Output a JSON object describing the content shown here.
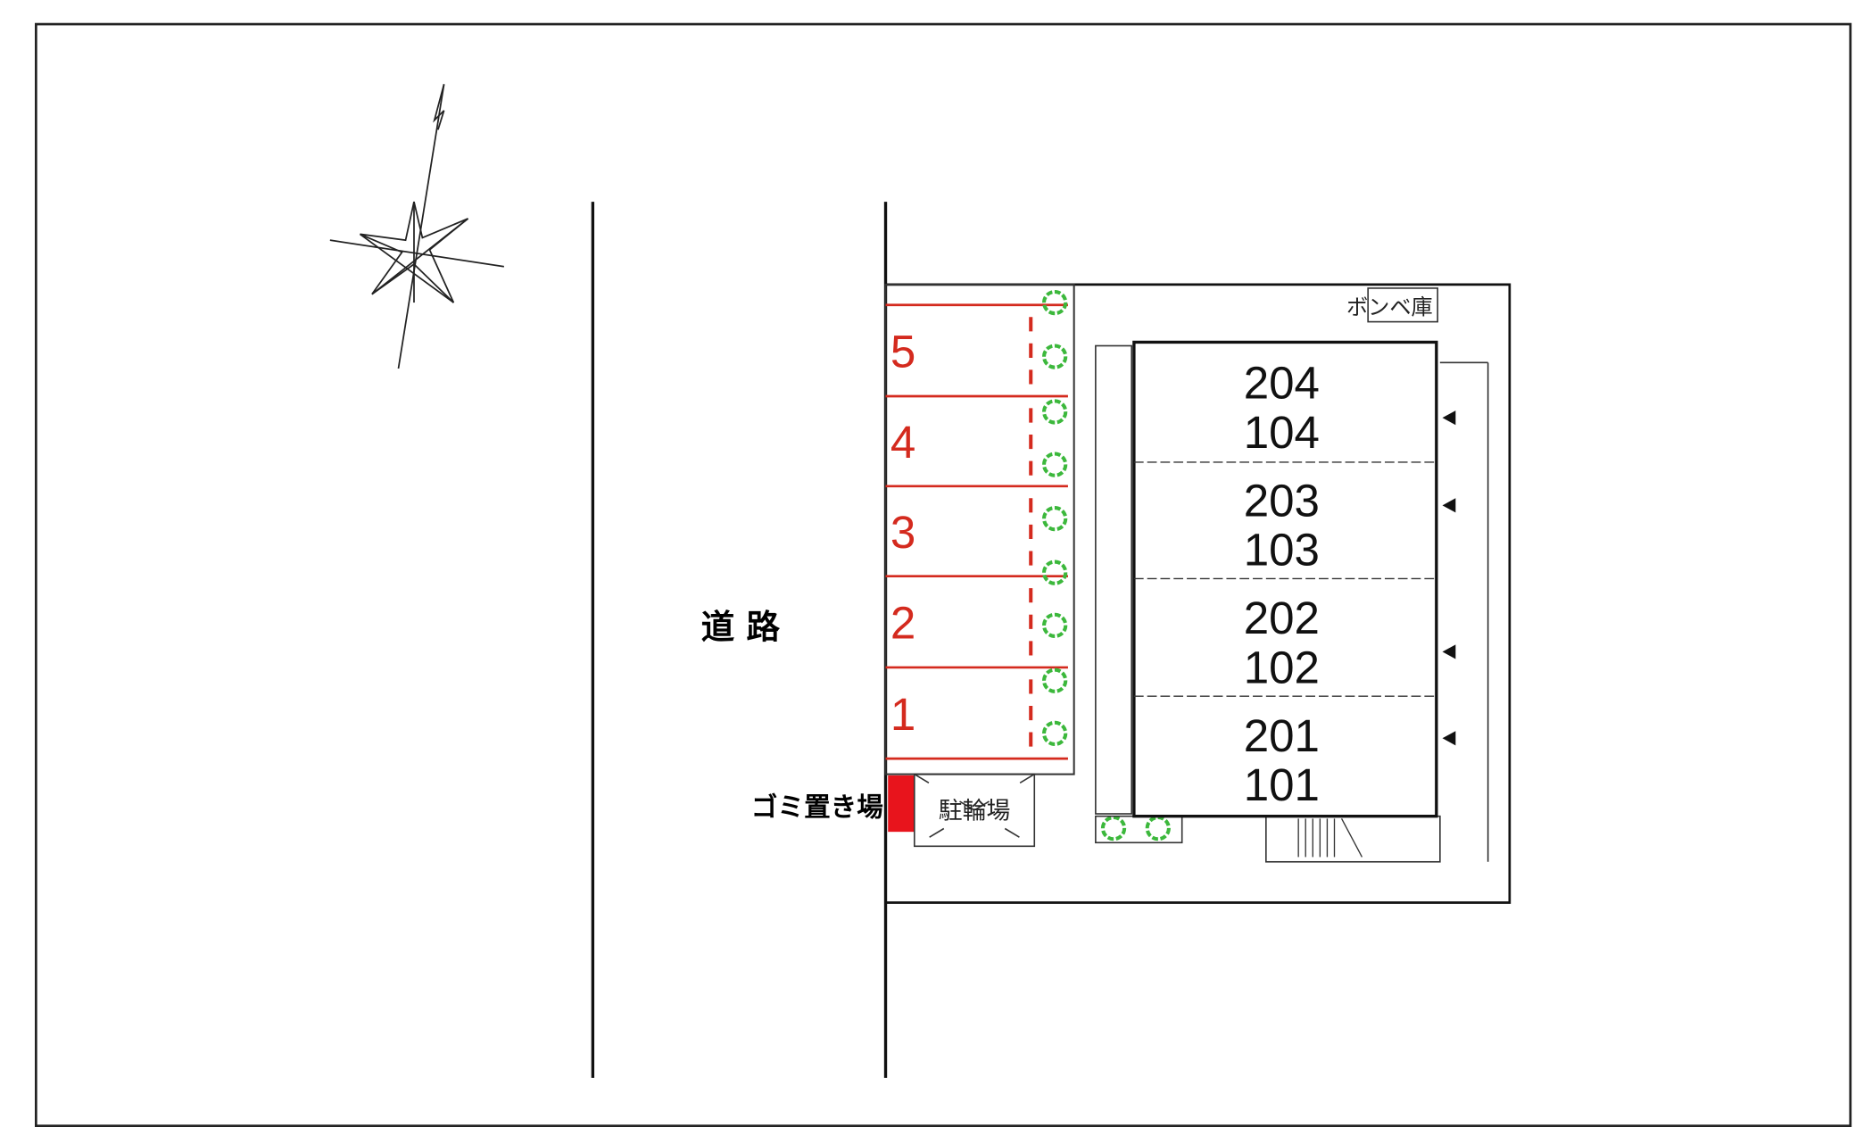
{
  "road_label": "道 路",
  "garbage_label": "ゴミ置き場",
  "bicycle_label": "駐輪場",
  "gas_storage_label": "ボンベ庫",
  "parking": [
    "5",
    "4",
    "3",
    "2",
    "1"
  ],
  "units": [
    {
      "upper": "204",
      "lower": "104"
    },
    {
      "upper": "203",
      "lower": "103"
    },
    {
      "upper": "202",
      "lower": "102"
    },
    {
      "upper": "201",
      "lower": "101"
    }
  ],
  "colors": {
    "parking": "#d42a1e",
    "garbage": "#e8141c",
    "shrub": "#3cb83c",
    "line": "#111111"
  }
}
